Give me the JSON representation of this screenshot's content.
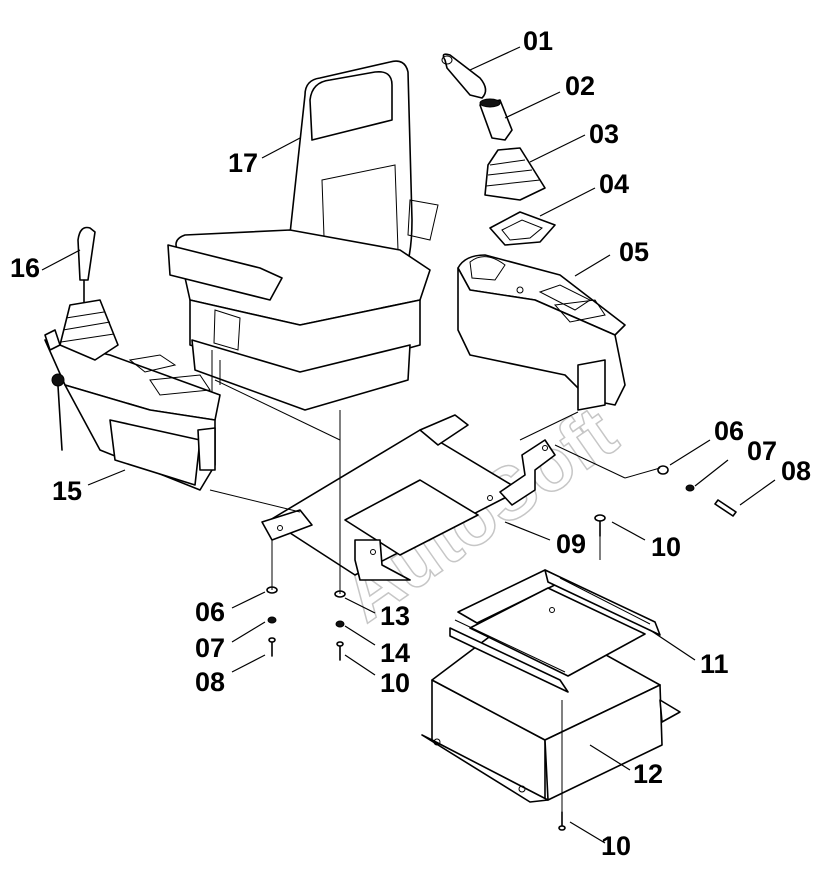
{
  "diagram": {
    "watermark": "AutoSoft",
    "callouts": {
      "c01": "01",
      "c02": "02",
      "c03": "03",
      "c04": "04",
      "c05": "05",
      "c06a": "06",
      "c07a": "07",
      "c08a": "08",
      "c09": "09",
      "c10a": "10",
      "c11": "11",
      "c12": "12",
      "c13": "13",
      "c14": "14",
      "c10b": "10",
      "c06b": "06",
      "c07b": "07",
      "c08b": "08",
      "c10c": "10",
      "c15": "15",
      "c16": "16",
      "c17": "17"
    }
  }
}
